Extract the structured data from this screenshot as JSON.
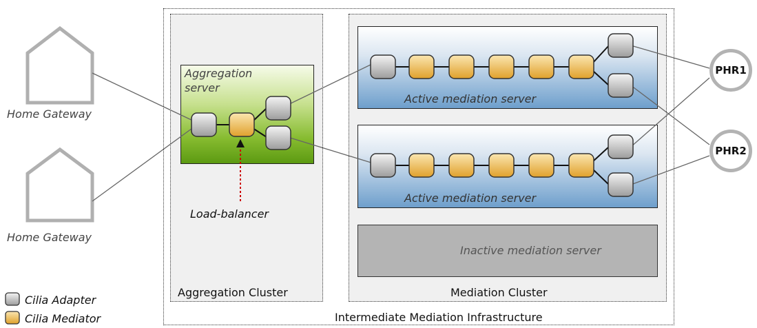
{
  "labels": {
    "home_gateway_top": "Home Gateway",
    "home_gateway_bottom": "Home Gateway",
    "aggregation_server": "Aggregation server",
    "load_balancer": "Load-balancer",
    "aggregation_cluster": "Aggregation Cluster",
    "mediation_cluster": "Mediation Cluster",
    "infrastructure": "Intermediate Mediation Infrastructure",
    "active_server_1": "Active mediation server",
    "active_server_2": "Active mediation server",
    "inactive_server": "Inactive mediation server",
    "phr1": "PHR1",
    "phr2": "PHR2"
  },
  "legend": {
    "adapter": "Cilia Adapter",
    "mediator": "Cilia Mediator"
  },
  "colors": {
    "adapter": "#cfcfcf",
    "mediator": "#f0b43c",
    "aggregation_server": "#86bb2f",
    "active_server": "#9fbfdd",
    "inactive_server": "#b4b4b4",
    "load_balancer_arrow": "#cc0000"
  }
}
